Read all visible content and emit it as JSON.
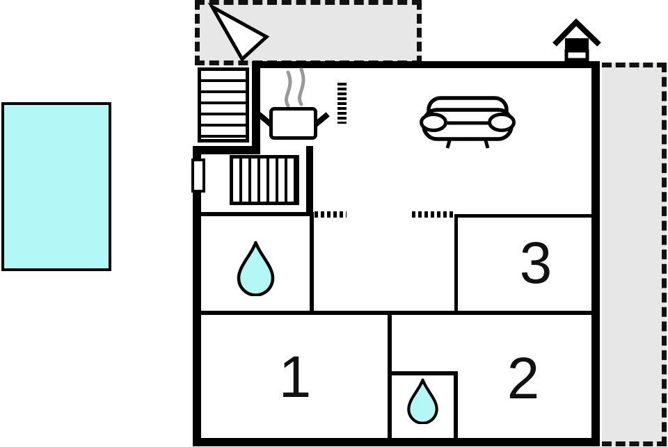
{
  "floor_plan": {
    "type": "vacation-home floor plan",
    "rooms": [
      {
        "id": "room-1",
        "label": "1"
      },
      {
        "id": "room-2",
        "label": "2"
      },
      {
        "id": "room-3",
        "label": "3"
      }
    ],
    "features": {
      "pool": "swimming pool (cyan rectangle, outside left)",
      "terrace_top": "dashed outdoor terrace, top",
      "terrace_right": "dashed outdoor terrace, right side",
      "north_arrow": "triangle direction arrow in top terrace",
      "well": "well / chimney symbol at top right",
      "stairs": "exterior stairs, top left",
      "radiator": "radiator in entrance room",
      "window": "window marker on left wall",
      "stove": "pot with steam (kitchen)",
      "sofa": "sofa (living room)",
      "bathroom_drops": 2
    },
    "colors": {
      "wall": "#000000",
      "water": "#b4f7f7",
      "terrace_fill": "#e7e7e7",
      "steam": "#999999",
      "background": "#ffffff"
    }
  }
}
